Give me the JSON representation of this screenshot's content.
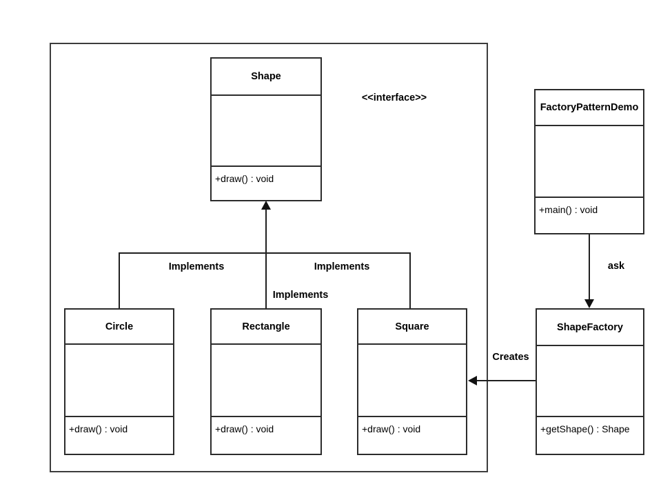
{
  "stereotype_label": "<<interface>>",
  "classes": {
    "shape": {
      "name": "Shape",
      "method": "+draw() : void"
    },
    "factory_pattern_demo": {
      "name": "FactoryPatternDemo",
      "method": "+main() : void"
    },
    "circle": {
      "name": "Circle",
      "method": "+draw() : void"
    },
    "rectangle": {
      "name": "Rectangle",
      "method": "+draw() : void"
    },
    "square": {
      "name": "Square",
      "method": "+draw() : void"
    },
    "shape_factory": {
      "name": "ShapeFactory",
      "method": "+getShape() : Shape"
    }
  },
  "relationships": {
    "implements_left": "Implements",
    "implements_middle": "Implements",
    "implements_right": "Implements",
    "ask": "ask",
    "creates": "Creates"
  },
  "colors": {
    "line": "#1f1f1f",
    "text": "#000000",
    "background": "#ffffff"
  }
}
